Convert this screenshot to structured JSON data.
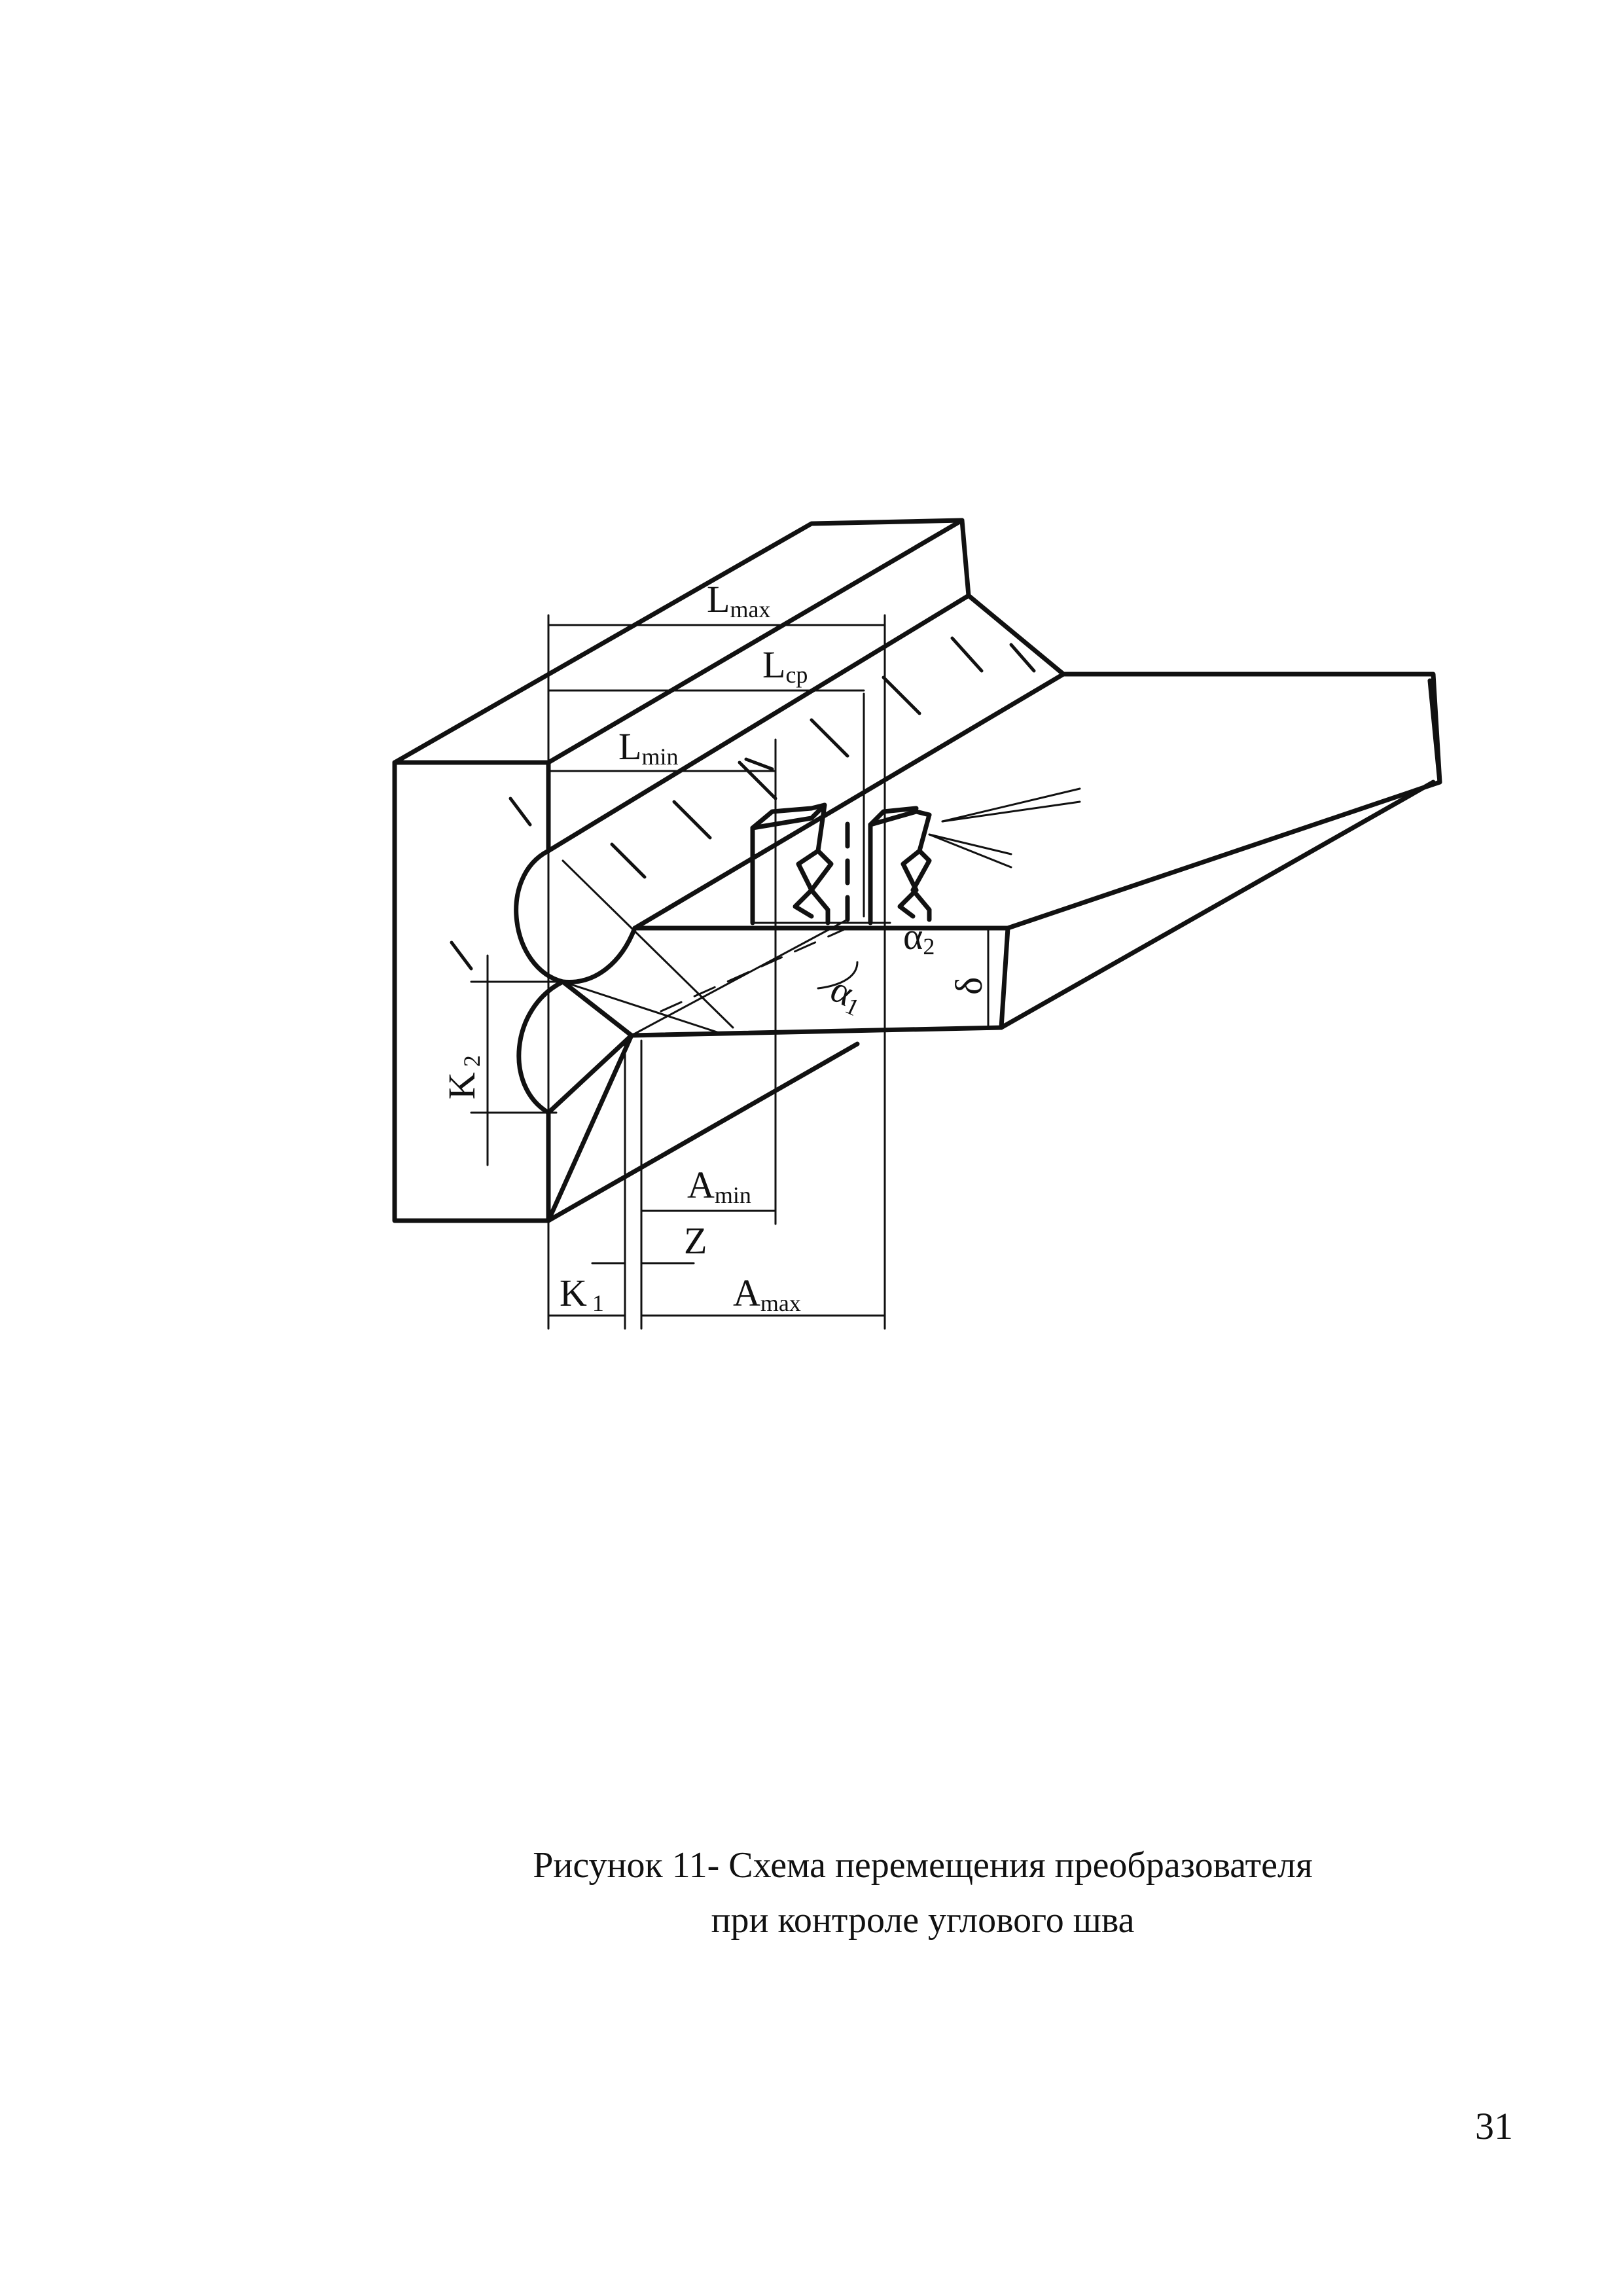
{
  "figure": {
    "labels": {
      "l_max": "L",
      "l_max_sub": "max",
      "l_cp": "L",
      "l_cp_sub": "cp",
      "l_min": "L",
      "l_min_sub": "min",
      "a_min": "A",
      "a_min_sub": "min",
      "a_max": "A",
      "a_max_sub": "max",
      "z": "Z",
      "k1": "K",
      "k1_sub": "1",
      "k2": "K",
      "k2_sub": "2",
      "alpha1": "α",
      "alpha1_sub": "1",
      "alpha2": "α",
      "alpha2_sub": "2",
      "delta": "δ"
    }
  },
  "caption": {
    "line1": "Рисунок 11- Схема перемещения преобразователя",
    "line2": "при контроле углового шва"
  },
  "page_number": "31"
}
